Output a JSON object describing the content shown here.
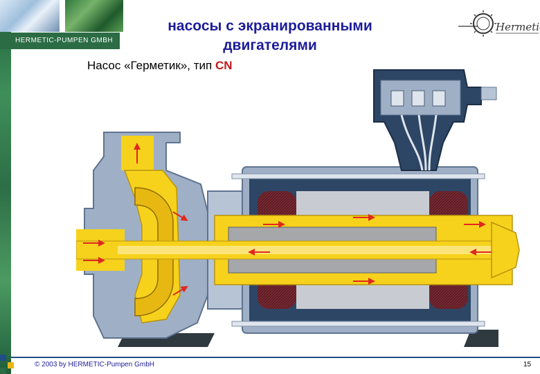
{
  "header": {
    "company_name": "HERMETIC-PUMPEN GMBH",
    "title_line1": "насосы с экранированными",
    "title_line2": "двигателями",
    "logo_text": "Hermetic"
  },
  "slide": {
    "subtitle_prefix": "Насос «Герметик», тип ",
    "subtitle_type": "CN"
  },
  "footer": {
    "copyright": "© 2003 by HERMETIC-Pumpen GmbH",
    "page_number": "15"
  },
  "colors": {
    "title_blue": "#1d1d9a",
    "brand_green": "#2b6c44",
    "pump_fluid_yellow": "#f7d21c",
    "flow_arrow_red": "#e0281e",
    "casing_grey": "#9fb0c6",
    "motor_dark": "#2d4666"
  },
  "icons": [
    "hermetic-logo-icon",
    "pump-cutaway-diagram",
    "flow-arrow-icon"
  ]
}
